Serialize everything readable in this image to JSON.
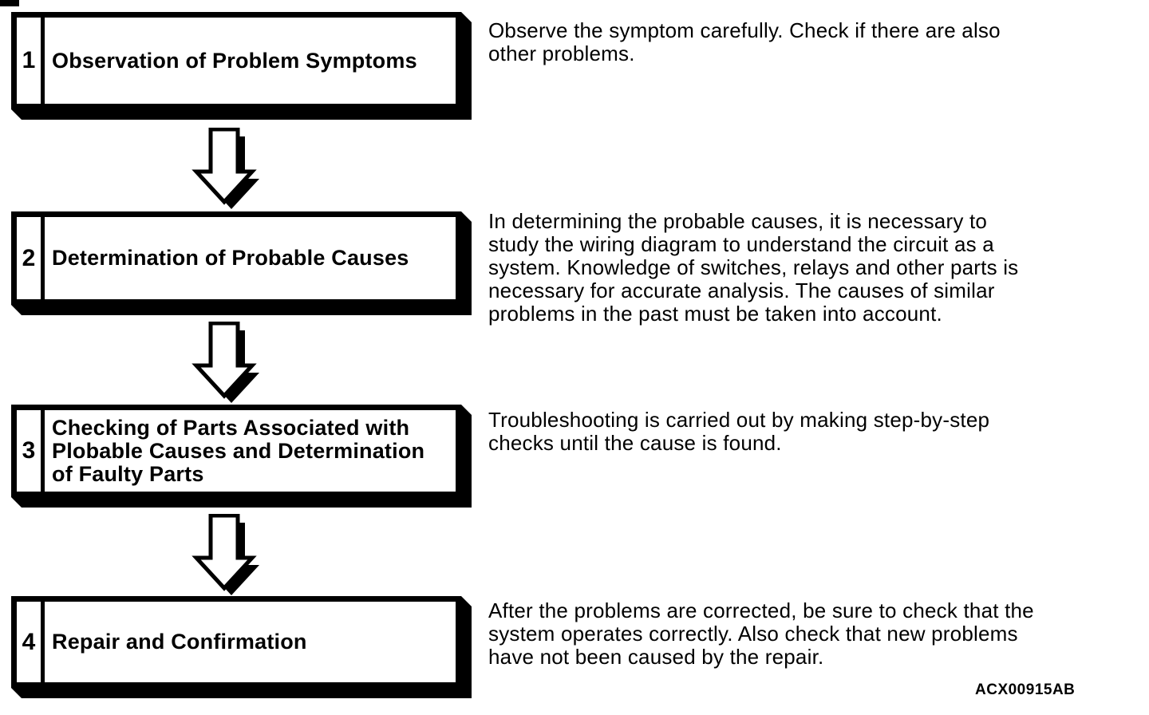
{
  "page": {
    "background_color": "#ffffff",
    "ink_color": "#000000",
    "figure_code": "ACX00915AB"
  },
  "flow": {
    "connector_icon": "down-block-arrow",
    "steps": [
      {
        "number": "1",
        "label": "Observation of Problem Symptoms",
        "description": "Observe the symptom carefully. Check if there are also\nother problems."
      },
      {
        "number": "2",
        "label": "Determination of Probable Causes",
        "description": "In determining the probable causes, it is necessary to\nstudy the wiring diagram to understand the circuit as a\nsystem. Knowledge of switches, relays and other parts is\nnecessary for accurate analysis. The causes of similar\nproblems in the past must be taken into account."
      },
      {
        "number": "3",
        "label": "Checking of Parts Associated with\nPlobable Causes and Determination\nof Faulty Parts",
        "description": "Troubleshooting is carried out by making step-by-step\nchecks until the cause is found."
      },
      {
        "number": "4",
        "label": "Repair and Confirmation",
        "description": "After the problems are corrected, be sure to check that the\nsystem operates correctly. Also check that new problems\nhave not been caused by the repair."
      }
    ]
  }
}
